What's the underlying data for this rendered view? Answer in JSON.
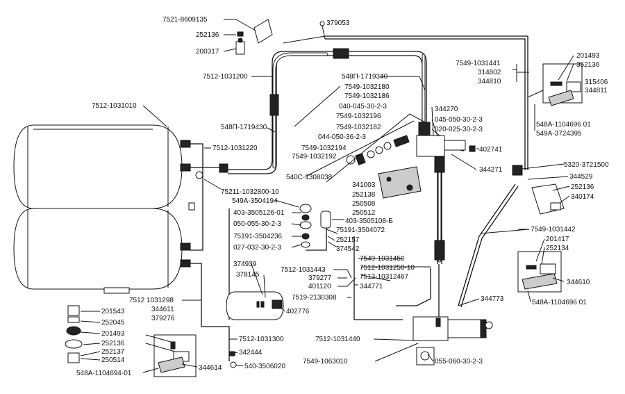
{
  "labels": {
    "l_7521_8609135": "7521-8609135",
    "l_252136_a": "252136",
    "l_200317": "200317",
    "l_379053": "379053",
    "l_7512_1031200": "7512-1031200",
    "l_548P_1719340": "548П-1719340",
    "l_7549_1032180": "7549-1032180",
    "l_7549_1032186": "7549-1032186",
    "l_040_045": "040-045-30-2-3",
    "l_7549_1032196": "7549-1032196",
    "l_7549_1032182": "7549-1032182",
    "l_044_050": "044-050-36-2-3",
    "l_7549_1032194": "7549-1032194",
    "l_7549_1032192": "7549-1032192",
    "l_7512_1031010": "7512-1031010",
    "l_548P_1719430": "548П-1719430",
    "l_7512_1031220": "7512-1031220",
    "l_540C_1308038": "540С-1308038",
    "l_75211_1032800": "75211-1032800-10",
    "l_549A_3504194": "549А-3504194",
    "l_403_3505126": "403-3505126-01",
    "l_050_055": "050-055-30-2-3",
    "l_75191_3504236": "75191-3504236",
    "l_027_032": "027-032-30-2-3",
    "l_341003": "341003",
    "l_252138": "252138",
    "l_250508": "250508",
    "l_250512": "250512",
    "l_403_3505108": "403-3505108-Б",
    "l_75191_3504072": "75191-3504072",
    "l_252157": "252157",
    "l_374542": "374542",
    "l_344270": "344270",
    "l_045_050": "045-050-30-2-3",
    "l_020_025": "020-025-30-2-3",
    "l_402741": "402741",
    "l_344271": "344271",
    "l_7549_1031441": "7549-1031441",
    "l_314802": "314802",
    "l_344810": "344810",
    "l_201493_a": "201493",
    "l_352136": "352136",
    "l_315406": "315406",
    "l_344811_a": "344811",
    "l_548A_1104696_a": "548А-1104696 01",
    "l_549A_3724395": "549А-3724395",
    "l_5320_3721500": "5320-3721500",
    "l_344529": "344529",
    "l_252136_b": "252136",
    "l_340174": "340174",
    "l_7549_1031442": "7549-1031442",
    "l_201417": "201417",
    "l_252134": "252134",
    "l_344610": "344610",
    "l_548A_1104696_b": "548А-1104696 01",
    "l_374939": "374939",
    "l_378145": "378145",
    "l_7512_1031443": "7512-1031443",
    "l_379277": "379277",
    "l_401120": "401120",
    "l_7549_1031450": "7549-1031450",
    "l_7512_1031250": "7512-1031250-10",
    "l_7512_1031246": "7512-10312467",
    "l_344771": "344771",
    "l_7519_2130308": "7519-2130308",
    "l_402776": "402776",
    "l_344773": "344773",
    "l_7512_1031298": "7512 1031298",
    "l_344811_b": "344611",
    "l_379276": "379276",
    "l_201543": "201543",
    "l_252045": "252045",
    "l_201493_b": "201493",
    "l_252136_c": "252136",
    "l_252137": "252137",
    "l_250514": "250514",
    "l_7512_1031300": "7512-1031300",
    "l_342444": "342444",
    "l_540_3506020": "540-3506020",
    "l_344614": "344614",
    "l_548A_1104694": "548А-1104694-01",
    "l_7512_1031440": "7512-1031440",
    "l_7549_1063010": "7549-1063010",
    "l_055_060": "055-060-30-2-3"
  }
}
